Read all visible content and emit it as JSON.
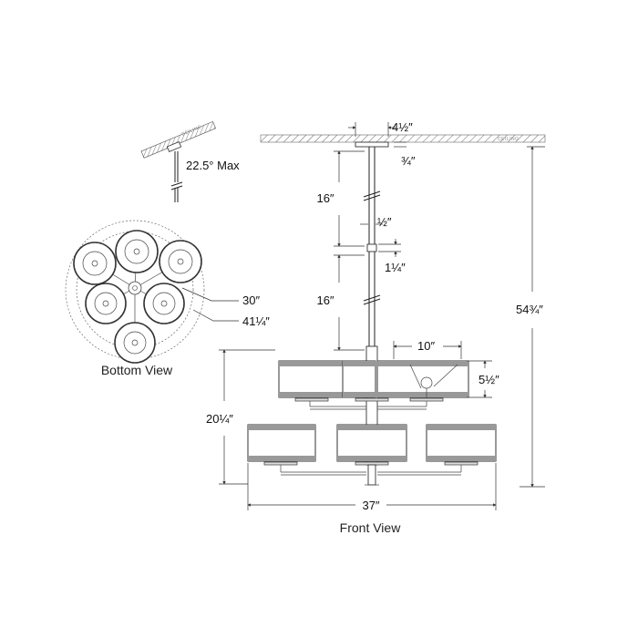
{
  "labels": {
    "tilt": "22.5° Max",
    "bottom_view": "Bottom View",
    "front_view": "Front View",
    "ceiling": "CEILING"
  },
  "dimensions": {
    "canopy_width": "4½″",
    "canopy_height": "¾″",
    "upper_stem": "16″",
    "stem_diameter": "½″",
    "coupling": "1¼″",
    "lower_stem": "16″",
    "overall_height": "54¾″",
    "shade_width": "10″",
    "shade_height": "5½″",
    "body_height": "20¼″",
    "overall_width": "37″",
    "inner_circle": "30″",
    "outer_circle": "41¼″"
  }
}
